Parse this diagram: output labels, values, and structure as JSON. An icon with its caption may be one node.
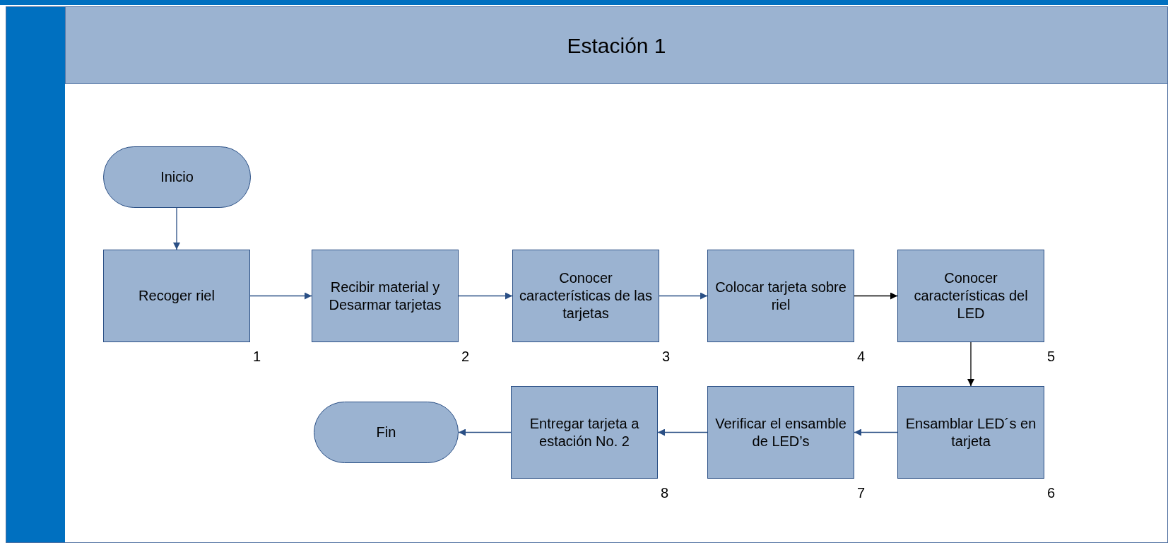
{
  "diagram": {
    "nodes": [
      {
        "text": [
          "Estación 1"
        ]
      },
      {
        "text": [
          "Inicio"
        ],
        "in": 0
      },
      {
        "text": [
          "Recoger riel"
        ],
        "in": 0,
        "beside": [
          "1"
        ]
      },
      {
        "text": [
          "Recibir material y Desarmar tarjetas"
        ],
        "in": 0,
        "beside": [
          "2"
        ]
      },
      {
        "text": [
          "Conocer características de las tarjetas"
        ],
        "in": 0,
        "beside": [
          "3"
        ]
      },
      {
        "text": [
          "Colocar tarjeta sobre riel"
        ],
        "in": 0,
        "beside": [
          "4"
        ]
      },
      {
        "text": [
          "Conocer características del LED"
        ],
        "in": 0,
        "beside": [
          "5"
        ]
      },
      {
        "text": [
          "Ensamblar LED´s en tarjeta"
        ],
        "in": 0,
        "beside": [
          "6"
        ]
      },
      {
        "text": [
          "Verificar el ensamble de LED’s"
        ],
        "in": 0,
        "beside": [
          "7"
        ]
      },
      {
        "text": [
          "Entregar tarjeta a estación No. 2"
        ],
        "in": 0,
        "beside": [
          "8"
        ]
      },
      {
        "text": [
          "Fin"
        ],
        "in": 0
      }
    ],
    "edges": [
      {
        "from": 1,
        "to": 2,
        "arrow": "to"
      },
      {
        "from": 2,
        "to": 3,
        "arrow": "to"
      },
      {
        "from": 3,
        "to": 4,
        "arrow": "to"
      },
      {
        "from": 4,
        "to": 5,
        "arrow": "to"
      },
      {
        "from": 5,
        "to": 6,
        "arrow": "to",
        "color": "#000000"
      },
      {
        "from": 6,
        "to": 7,
        "arrow": "to",
        "color": "#000000"
      },
      {
        "from": 7,
        "to": 8,
        "arrow": "to"
      },
      {
        "from": 8,
        "to": 9,
        "arrow": "to"
      },
      {
        "from": 9,
        "to": 10,
        "arrow": "to"
      }
    ]
  }
}
